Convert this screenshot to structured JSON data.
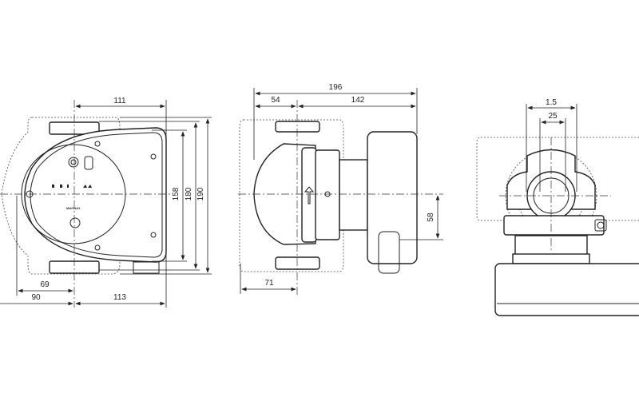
{
  "drawing": {
    "front_view": {
      "dimensions": {
        "width_top": "111",
        "height_inner": "158",
        "height_mid": "180",
        "height_outer": "190",
        "left_offset_inner": "69",
        "left_offset_outer": "90",
        "right_offset": "113"
      },
      "logo_text": "MAGNA1"
    },
    "side_view": {
      "dimensions": {
        "total_length": "196",
        "port_offset": "54",
        "motor_length": "142",
        "axis_drop": "58",
        "bottom_offset": "71"
      }
    },
    "end_view": {
      "dimensions": {
        "thread_size": "1.5",
        "bore": "25"
      }
    }
  }
}
